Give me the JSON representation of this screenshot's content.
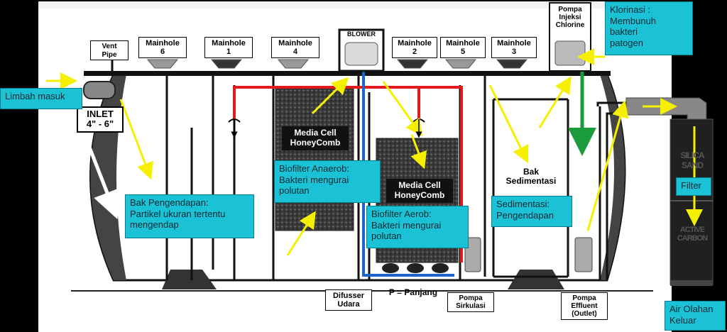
{
  "manholes": [
    "Mainhole\n6",
    "Mainhole\n1",
    "Mainhole\n4",
    "Mainhole\n2",
    "Mainhole\n5",
    "Mainhole\n3"
  ],
  "labels": {
    "vent_pipe": "Vent\nPipe",
    "blower": "BLOWER",
    "pompa_injeksi": "Pompa\nInjeksi\nChlorine",
    "inlet": "INLET\n4\" - 6\"",
    "media_cell_1": "Media Cell\nHoneyComb",
    "media_cell_2": "Media Cell\nHoneyComb",
    "bak_sedimentasi": "Bak\nSedimentasi",
    "difusser": "Difusser\nUdara",
    "panjang": "P = Panjang",
    "pompa_sirkulasi": "Pompa\nSirkulasi",
    "pompa_effluent": "Pompa\nEffluent\n(Outlet)",
    "silica_sand": "SILICA SAND",
    "active_carbon": "ACTIVE CARBON"
  },
  "callouts": {
    "limbah_masuk": "Limbah masuk",
    "klorinasi": "Klorinasi :\nMembunuh\nbakteri\npatogen",
    "bak_pengendapan": "Bak Pengendapan:\nPartikel ukuran tertentu\nmengendap",
    "biofilter_anaerob": "Biofilter  Anaerob:\nBakteri mengurai\npolutan",
    "biofilter_aerob": "Biofilter  Aerob:\nBakteri mengurai\npolutan",
    "sedimentasi": "Sedimentasi:\nPengendapan",
    "filter": "Filter",
    "air_olahan": "Air Olahan\nKeluar"
  },
  "colors": {
    "callout": "#1bc2d6",
    "arrow": "#f5f000",
    "air_pipe": "#e11b1b",
    "water_pipe": "#1e63c8",
    "chlorine_pipe": "#1a9b3c",
    "tank": "#ffffff",
    "media": "#3c3c3c"
  }
}
